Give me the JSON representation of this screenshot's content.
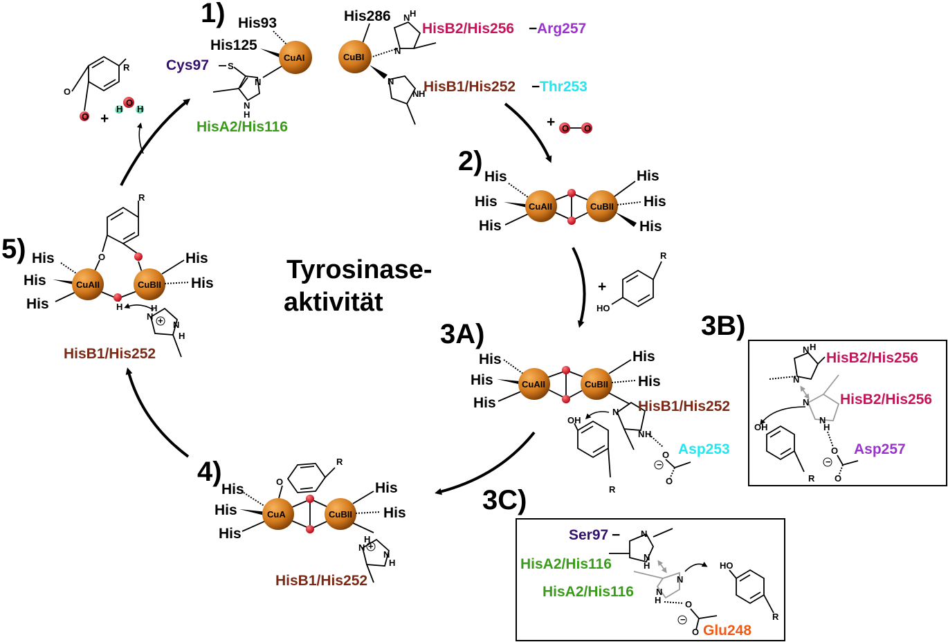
{
  "title": "Tyrosinase-aktivität",
  "title_lines": [
    "Tyrosinase-",
    "aktivität"
  ],
  "steps": {
    "s1": "1)",
    "s2": "2)",
    "s3a": "3A)",
    "s3b": "3B)",
    "s3c": "3C)",
    "s4": "4)",
    "s5": "5)"
  },
  "metals": {
    "cuA_I": "CuAI",
    "cuB_I": "CuBI",
    "cuA_II": "CuAII",
    "cuB_II": "CuBII",
    "cuA": "CuA"
  },
  "ligands": {
    "his": "His",
    "his93": "His93",
    "his125": "His125",
    "his286": "His286"
  },
  "residues": {
    "cys97": "Cys97",
    "hisA2_116": "HisA2/His116",
    "hisB2_256": "HisB2/His256",
    "arg257": "Arg257",
    "hisB1_252": "HisB1/His252",
    "thr253": "Thr253",
    "asp253": "Asp253",
    "asp257": "Asp257",
    "ser97": "Ser97",
    "glu248": "Glu248"
  },
  "atoms": {
    "O": "O",
    "N": "N",
    "H": "H",
    "S": "S",
    "R": "R",
    "HO": "HO",
    "OH": "OH",
    "plus": "+",
    "minus": "−"
  },
  "colors": {
    "copper": "#d2781c",
    "oxygen": "#e3001b",
    "water_h": "#5fe0b4",
    "magenta": "#c4145a",
    "purple": "#9933cc",
    "brown": "#7a2a14",
    "cyan": "#22e6f0",
    "green": "#3a9a1a",
    "indigo": "#33106e",
    "orange": "#f05a14",
    "gray": "#9a9a9a"
  }
}
